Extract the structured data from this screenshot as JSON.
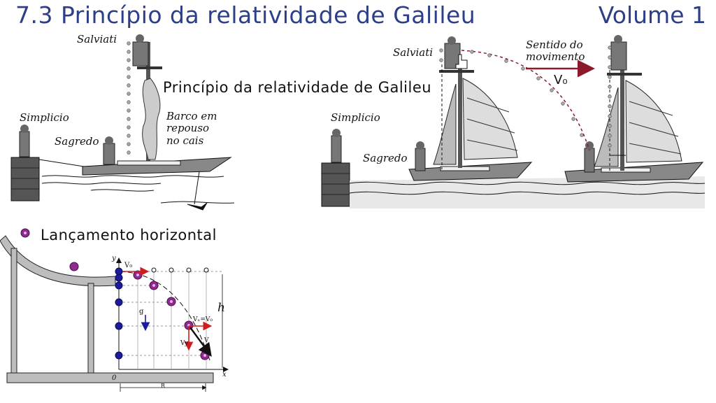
{
  "header": {
    "title": "7.3 Princípio da relatividade de Galileu",
    "volume": "Volume 1"
  },
  "scene_left": {
    "salviati": "Salviati",
    "simplicio": "Simplicio",
    "sagredo": "Sagredo",
    "boat_caption_lines": [
      "Barco em",
      "repouso",
      "no cais"
    ]
  },
  "scene_center_caption": "Princípio da relatividade de Galileu",
  "scene_right": {
    "salviati": "Salviati",
    "simplicio": "Simplicio",
    "sagredo": "Sagredo",
    "motion_lines": [
      "Sentido do",
      "movimento"
    ],
    "velocity_symbol": "V₀"
  },
  "projectile": {
    "title": "Lançamento horizontal",
    "y_axis": "y",
    "x_axis": "x",
    "origin": "0",
    "v0": "V₀",
    "g": "g",
    "h": "h",
    "range": "R",
    "vx_eq": "Vₓ=V₀",
    "vy": "Vy",
    "v": "V"
  },
  "colors": {
    "title_blue": "#2d3f86",
    "ball_purple": "#8e2b8e",
    "ball_blue": "#1b1b9c",
    "arrow_red": "#d01c1c",
    "trajectory": "#8b1a2b"
  }
}
